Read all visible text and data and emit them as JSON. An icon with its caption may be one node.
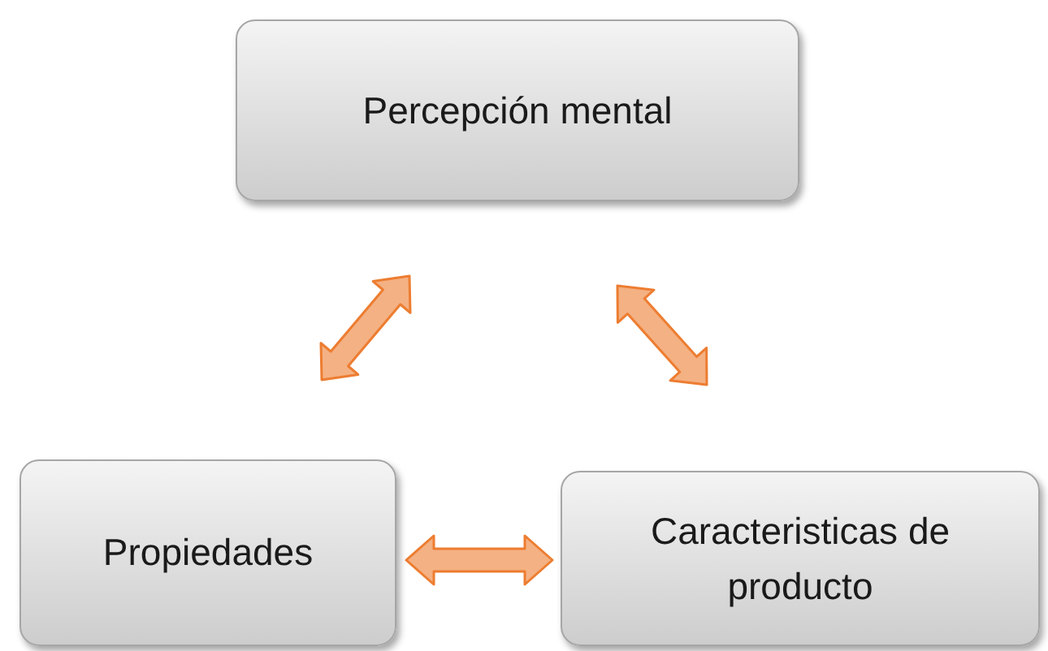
{
  "diagram": {
    "nodes": [
      {
        "text": [
          "Percepción mental"
        ]
      },
      {
        "text": [
          "Propiedades"
        ]
      },
      {
        "text": [
          "Caracteristicas de producto"
        ]
      }
    ],
    "edges": [
      {
        "from": 1,
        "to": 0,
        "arrow": "both"
      },
      {
        "from": 0,
        "to": 2,
        "arrow": "both"
      },
      {
        "from": 1,
        "to": 2,
        "arrow": "both"
      }
    ]
  }
}
